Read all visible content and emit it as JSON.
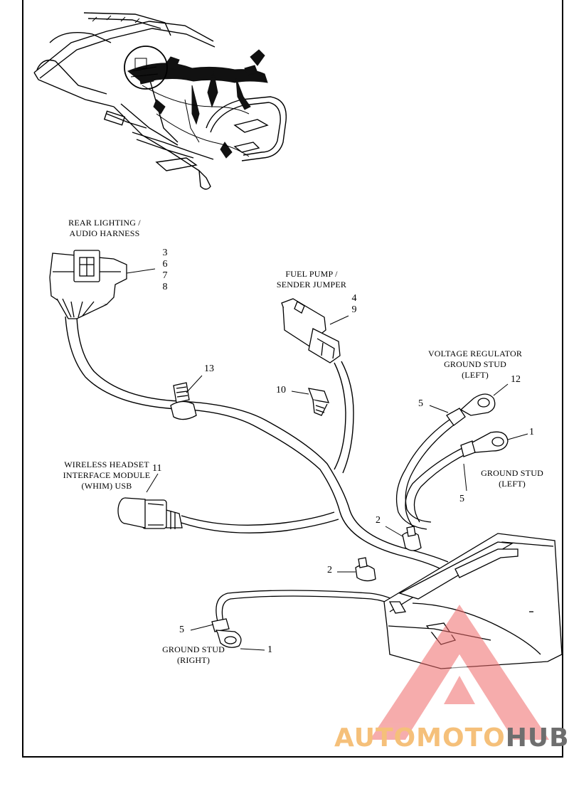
{
  "labels": {
    "rear_lighting": [
      "REAR LIGHTING /",
      "AUDIO HARNESS"
    ],
    "fuel_pump": [
      "FUEL PUMP /",
      "SENDER JUMPER"
    ],
    "voltage_regulator": [
      "VOLTAGE REGULATOR",
      "GROUND STUD",
      "(LEFT)"
    ],
    "ground_stud_left": [
      "GROUND STUD",
      "(LEFT)"
    ],
    "whim": [
      "WIRELESS HEADSET",
      "INTERFACE MODULE",
      "(WHIM) USB"
    ],
    "ground_stud_right": [
      "GROUND STUD",
      "(RIGHT)"
    ]
  },
  "callouts": {
    "rear_lighting_parts": [
      "3",
      "6",
      "7",
      "8"
    ],
    "fuel_pump_parts": [
      "4",
      "9"
    ],
    "clip_13": "13",
    "clip_10": "10",
    "ring_12": "12",
    "sleeve_5_upper": "5",
    "ring_1_left": "1",
    "sleeve_5_left": "5",
    "whim_11": "11",
    "clamp_2_upper": "2",
    "clamp_2_lower": "2",
    "sleeve_5_right": "5",
    "ring_1_right": "1"
  },
  "watermark": {
    "part1": "AUTOMOTO",
    "part2": "HUB",
    "color1": "#f5c07a",
    "color2": "#6e6e6e",
    "logo_color": "#ef6a6a"
  }
}
